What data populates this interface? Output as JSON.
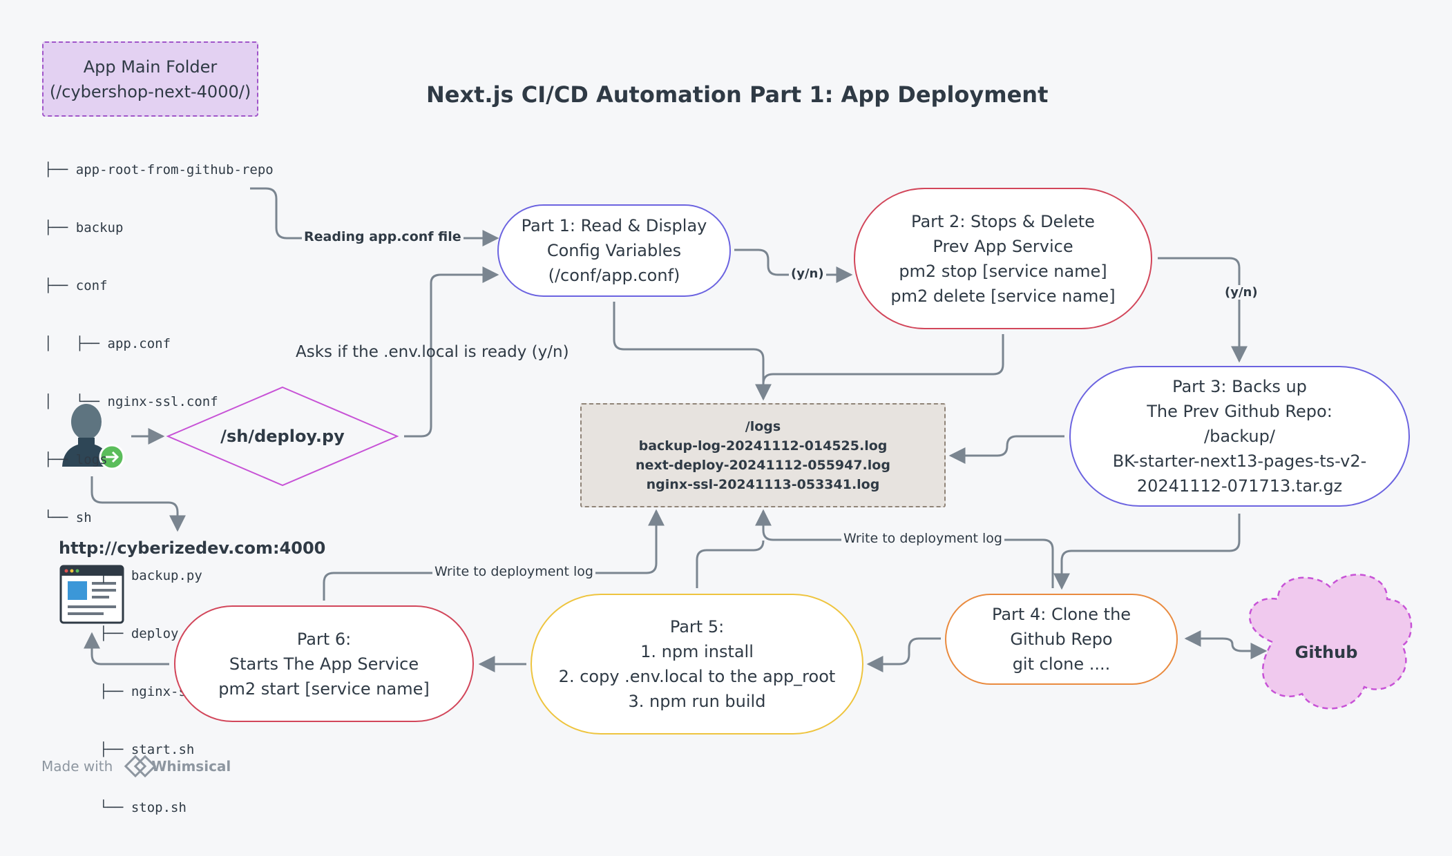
{
  "title": "Next.js CI/CD Automation Part 1: App Deployment",
  "folder": {
    "line1": "App Main Folder",
    "line2": "(/cybershop-next-4000/)"
  },
  "tree": [
    "├── app-root-from-github-repo",
    "├── backup",
    "├── conf",
    "│   ├── app.conf",
    "│   └── nginx-ssl.conf",
    "├── logs",
    "└── sh",
    "       ├── backup.py",
    "       ├── deploy.py",
    "       ├── nginx-ssl-setup.py",
    "       ├── start.sh",
    "       └── stop.sh"
  ],
  "decision": {
    "label": "/sh/deploy.py"
  },
  "part1": {
    "lines": [
      "Part 1:  Read & Display",
      "Config Variables",
      "(/conf/app.conf)"
    ]
  },
  "part2": {
    "lines": [
      "Part 2:  Stops & Delete",
      "Prev App Service",
      "pm2 stop [service name]",
      "pm2 delete [service name]"
    ]
  },
  "part3": {
    "lines": [
      "Part 3:  Backs up",
      "The Prev Github Repo:",
      "/backup/",
      "BK-starter-next13-pages-ts-v2-",
      "20241112-071713.tar.gz"
    ]
  },
  "part4": {
    "lines": [
      "Part 4:  Clone the",
      "Github Repo",
      "git clone ...."
    ]
  },
  "part5": {
    "lines": [
      "Part 5:",
      "1. npm install",
      "2. copy .env.local to the app_root",
      "3. npm run build"
    ]
  },
  "part6": {
    "lines": [
      "Part 6:",
      "Starts The App Service",
      "pm2 start [service name]"
    ]
  },
  "logs": {
    "lines": [
      "/logs",
      "backup-log-20241112-014525.log",
      "next-deploy-20241112-055947.log",
      "nginx-ssl-20241113-053341.log"
    ]
  },
  "github": {
    "label": "Github"
  },
  "url": "http://cyberizedev.com:4000",
  "edge_labels": {
    "reading": "Reading app.conf file",
    "asks": "Asks if the .env.local is ready (y/n)",
    "yn1": "(y/n)",
    "yn2": "(y/n)",
    "write1": "Write to deployment log",
    "write2": "Write to deployment log"
  },
  "footer": {
    "made_with": "Made with",
    "brand": "Whimsical"
  },
  "colors": {
    "part1": "#6b63e0",
    "part2": "#d2465a",
    "part3": "#6b63e0",
    "part4": "#e98a3e",
    "part5": "#eec43e",
    "part6": "#d2465a",
    "decision": "#c752d6",
    "arrow": "#7a8590"
  },
  "icons": [
    "user-icon",
    "arrow-right-circle-icon",
    "browser-window-icon",
    "whimsical-logo-icon"
  ]
}
